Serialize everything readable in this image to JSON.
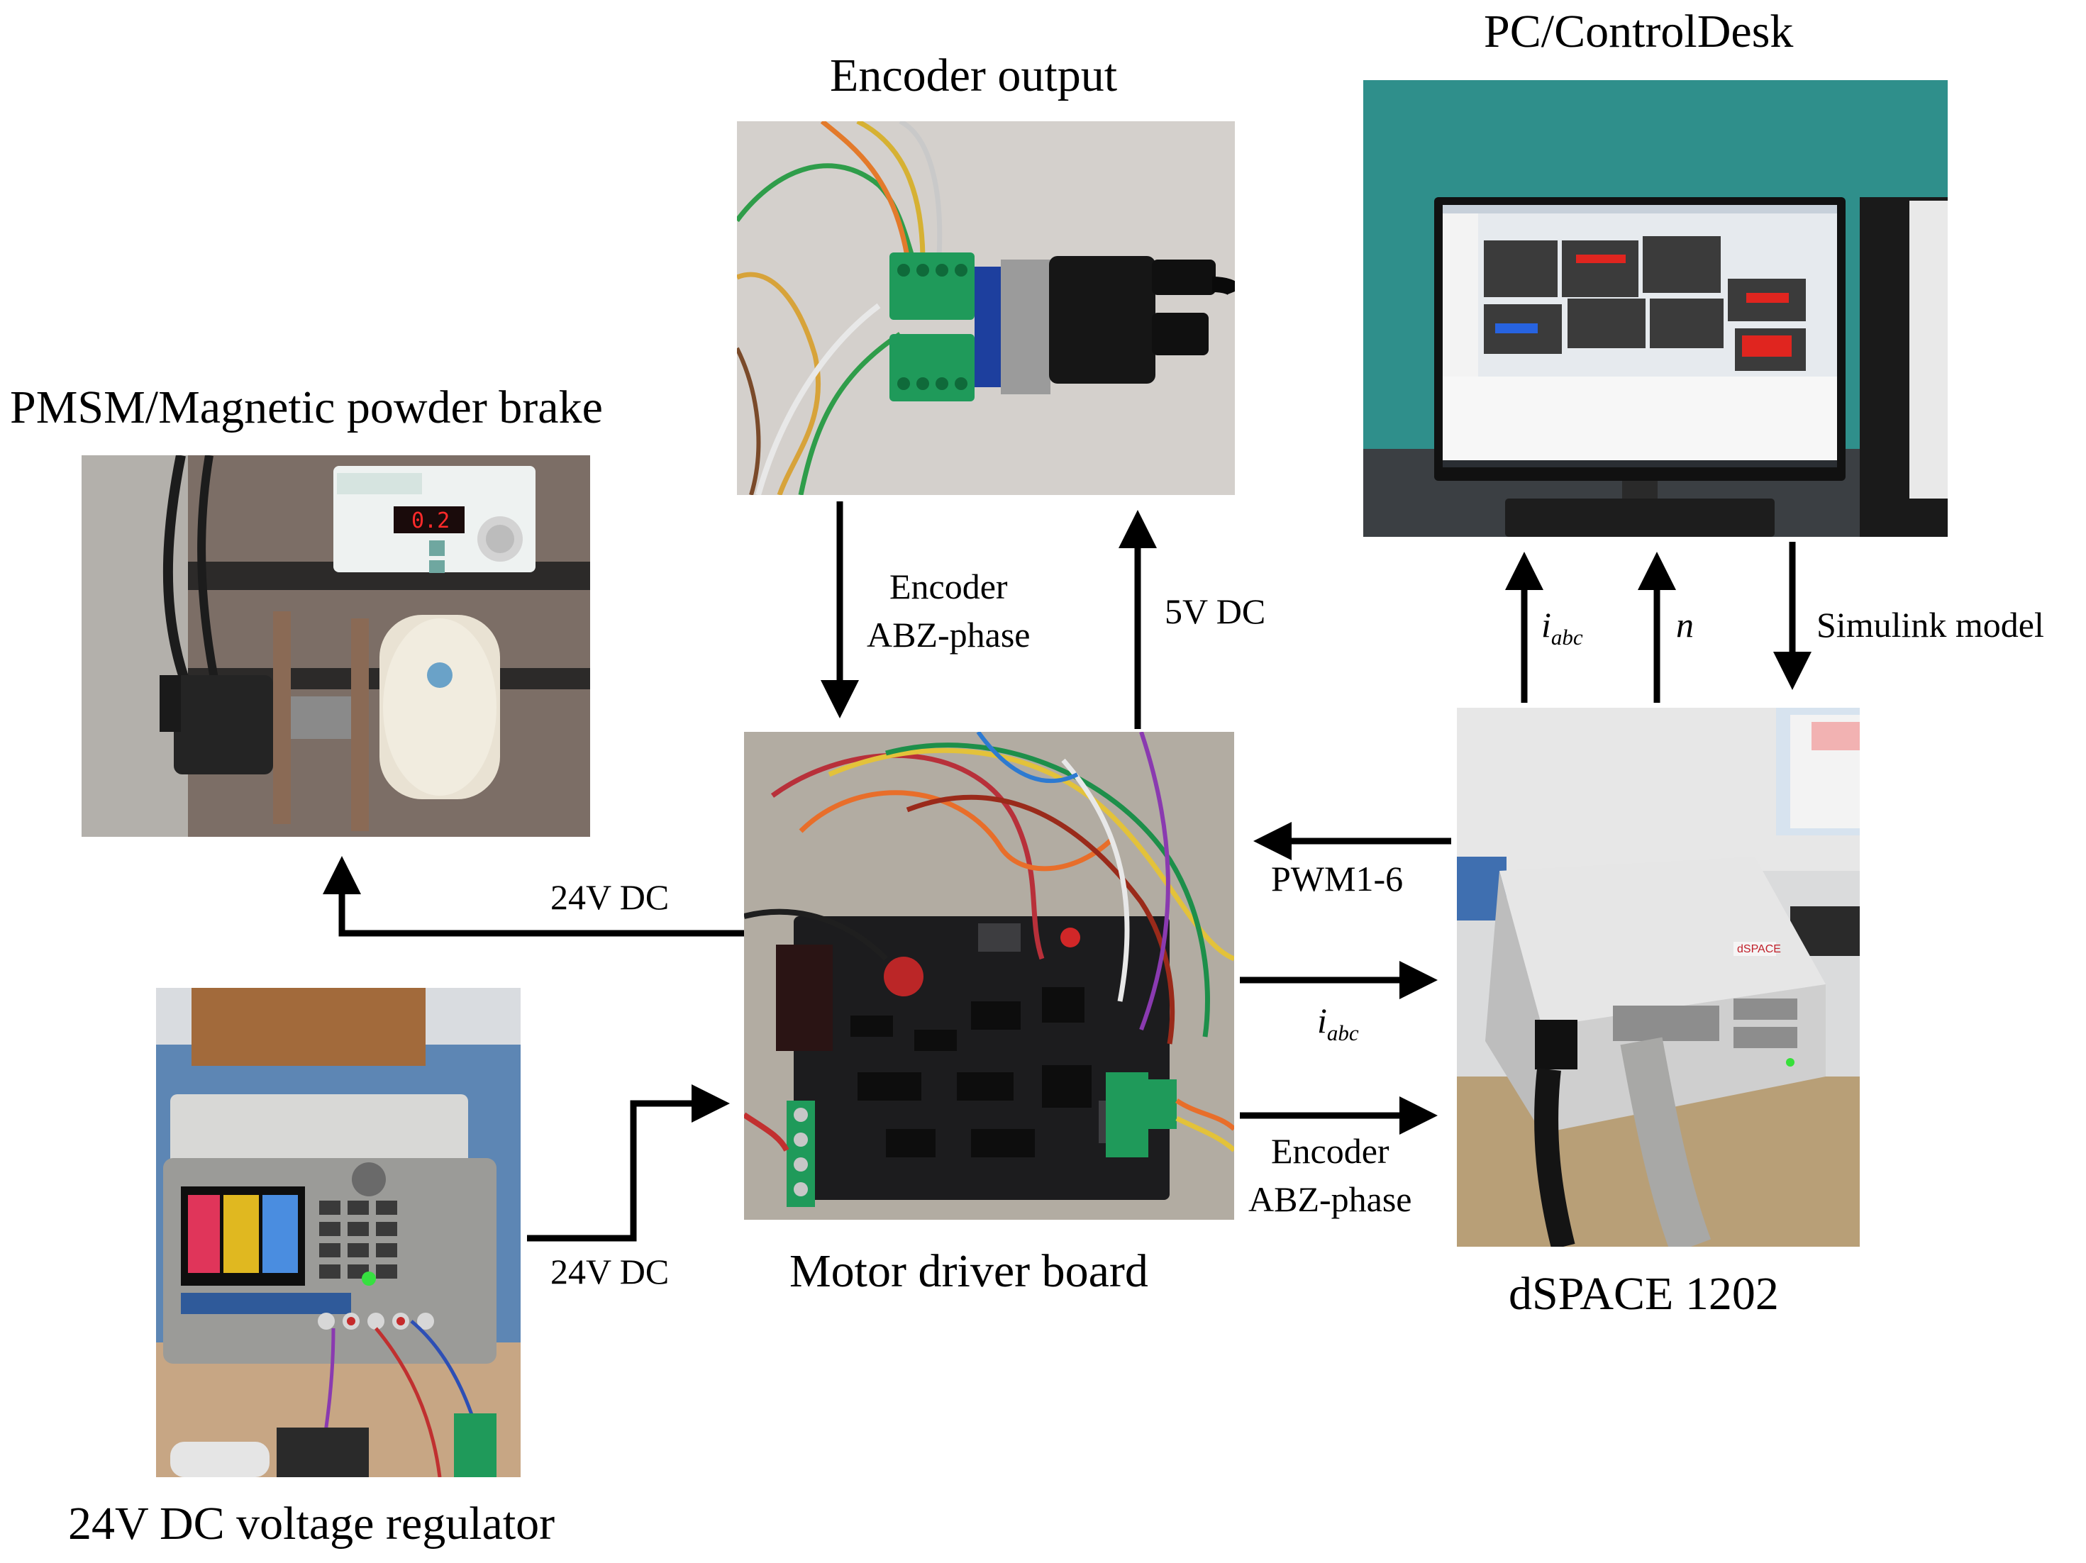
{
  "captions": {
    "pc": "PC/ControlDesk",
    "encoder_output": "Encoder output",
    "pmsm": "PMSM/Magnetic powder brake",
    "driver": "Motor driver board",
    "dspace": "dSPACE 1202",
    "regulator": "24V DC voltage regulator"
  },
  "labels": {
    "encoder_down_line1": "Encoder",
    "encoder_down_line2": "ABZ-phase",
    "v5_dc": "5V DC",
    "i_main": "i",
    "i_sub": "abc",
    "n": "n",
    "simulink": "Simulink model",
    "pwm": "PWM1-6",
    "v24_to_brake": "24V DC",
    "v24_from_regulator": "24V DC",
    "encoder_right_line1": "Encoder",
    "encoder_right_line2": "ABZ-phase"
  },
  "photos": {
    "brake_display": "0.2",
    "dspace_brand": "dSPACE"
  },
  "colors": {
    "arrow": "#000000",
    "screen_bg": "#2f8f8b",
    "board": "#1c1c1e",
    "terminal_green": "#1f9a5a",
    "connector_blue": "#1d3f9e"
  }
}
